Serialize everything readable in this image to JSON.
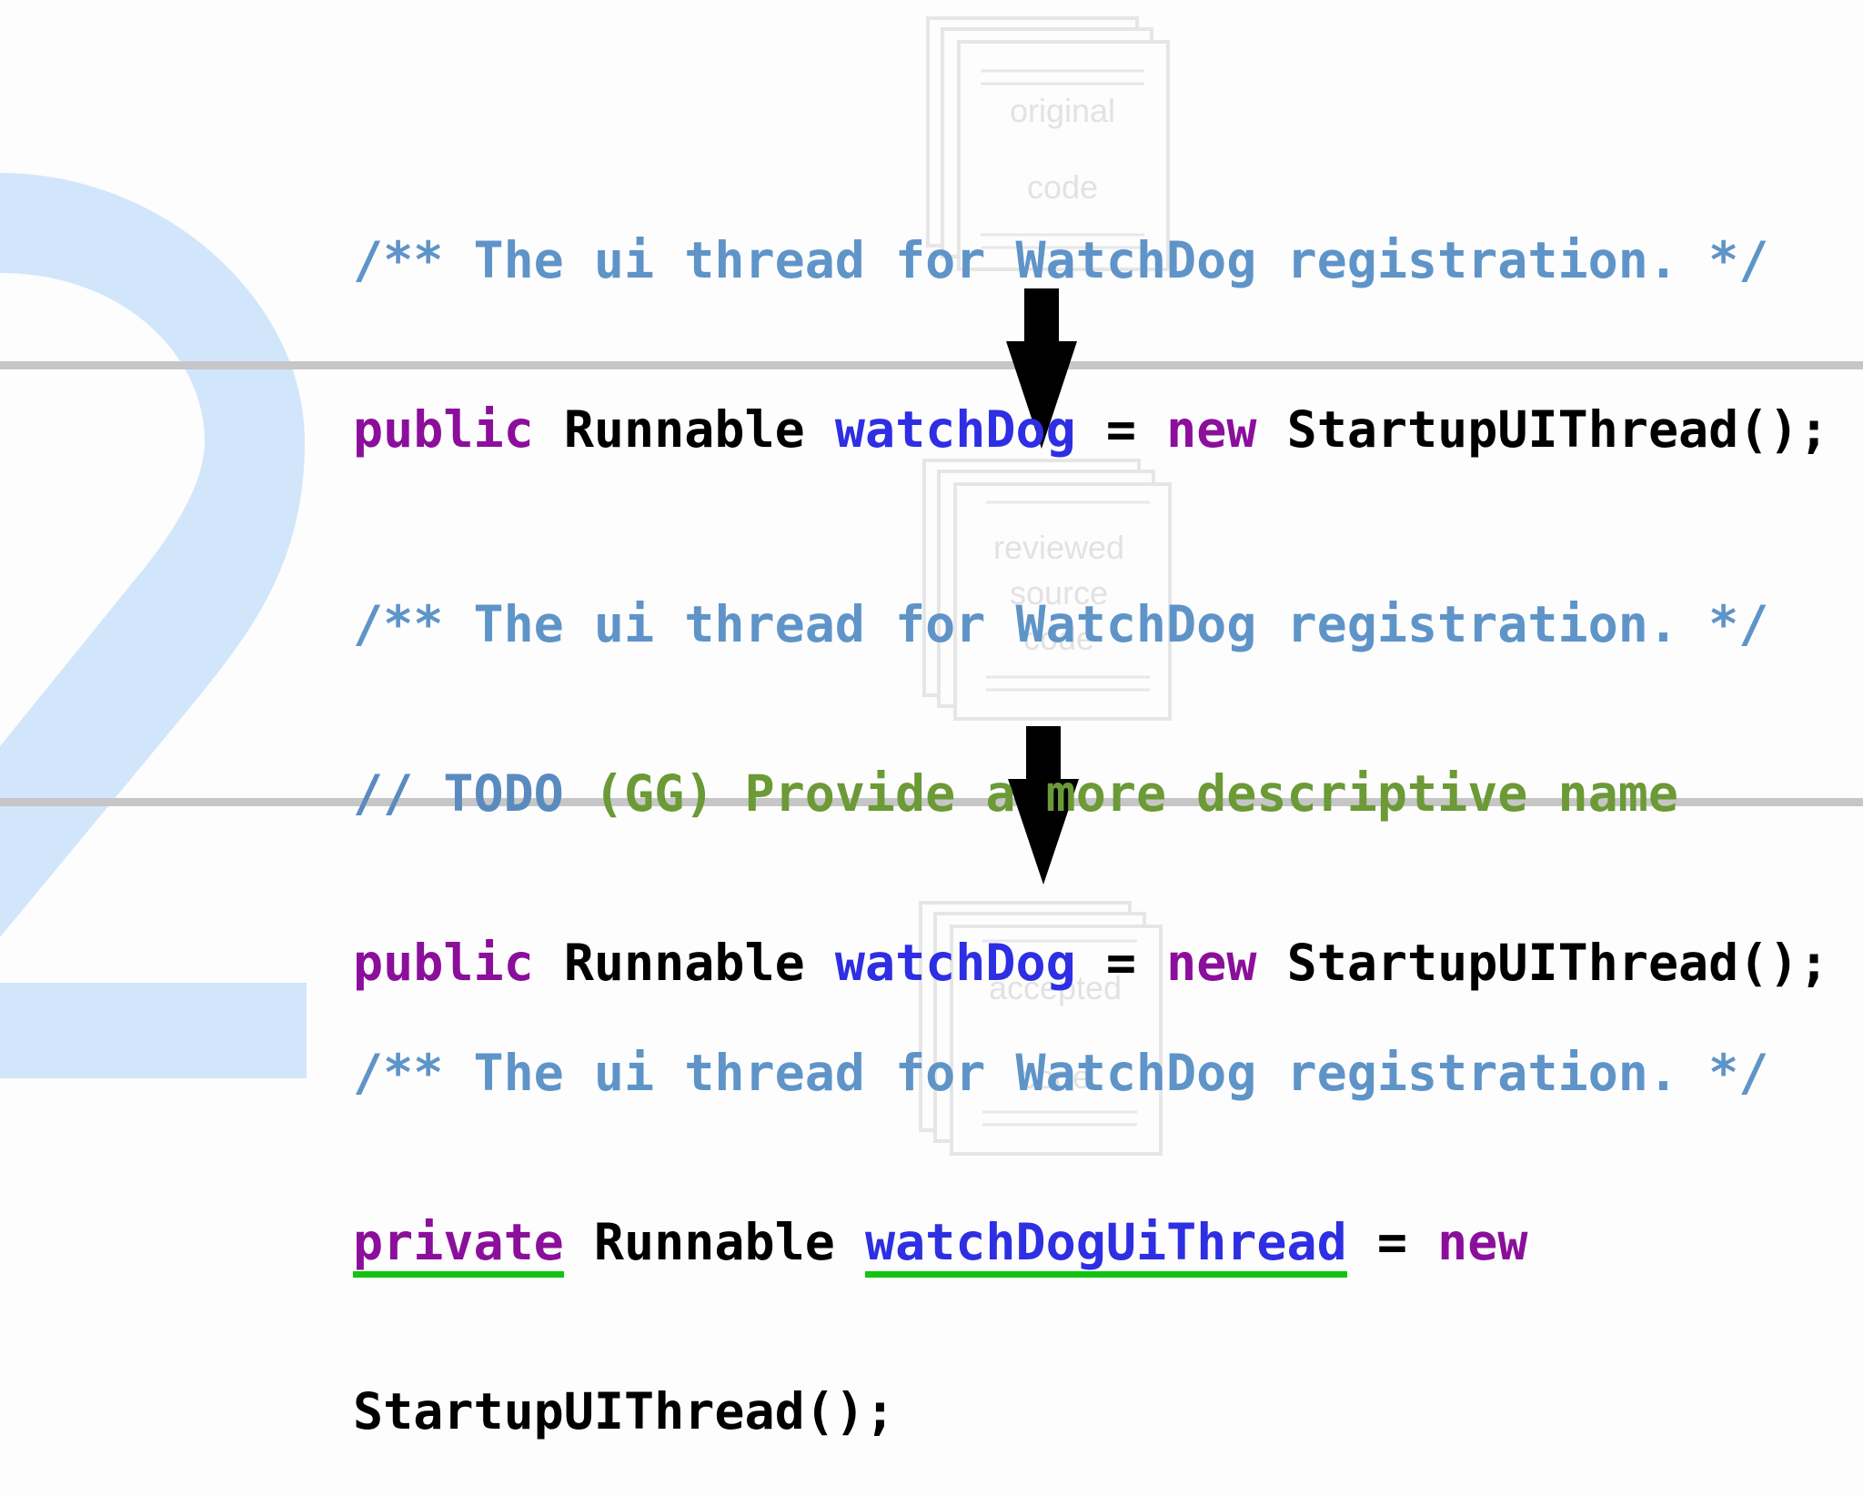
{
  "background": {
    "watermark_digit_color": "#d2e6fb"
  },
  "watermarks": [
    {
      "lines": [
        "original",
        "code"
      ]
    },
    {
      "lines": [
        "reviewed",
        "source",
        "code"
      ]
    },
    {
      "lines": [
        "accepted",
        "code"
      ]
    }
  ],
  "arrows": [
    {
      "icon": "down-arrow-icon",
      "color": "#000000"
    },
    {
      "icon": "down-arrow-icon",
      "color": "#000000"
    }
  ],
  "highlight_color": "#12c412",
  "blocks": {
    "original": {
      "comment": "/** The ui thread for WatchDog registration. */",
      "kw": "public",
      "type": "Runnable",
      "name": "watchDog",
      "eq": "=",
      "new": "new",
      "ctor": "StartupUIThread();"
    },
    "reviewed": {
      "comment": "/** The ui thread for WatchDog registration. */",
      "todo_prefix": "// TODO",
      "todo_text": "(GG) Provide a more descriptive name",
      "kw": "public",
      "type": "Runnable",
      "name": "watchDog",
      "eq": "=",
      "new": "new",
      "ctor": "StartupUIThread();"
    },
    "accepted": {
      "comment": "/** The ui thread for WatchDog registration. */",
      "kw": "private",
      "type": "Runnable",
      "name": "watchDogUiThread",
      "eq": "=",
      "new": "new",
      "ctor": "StartupUIThread();"
    }
  }
}
